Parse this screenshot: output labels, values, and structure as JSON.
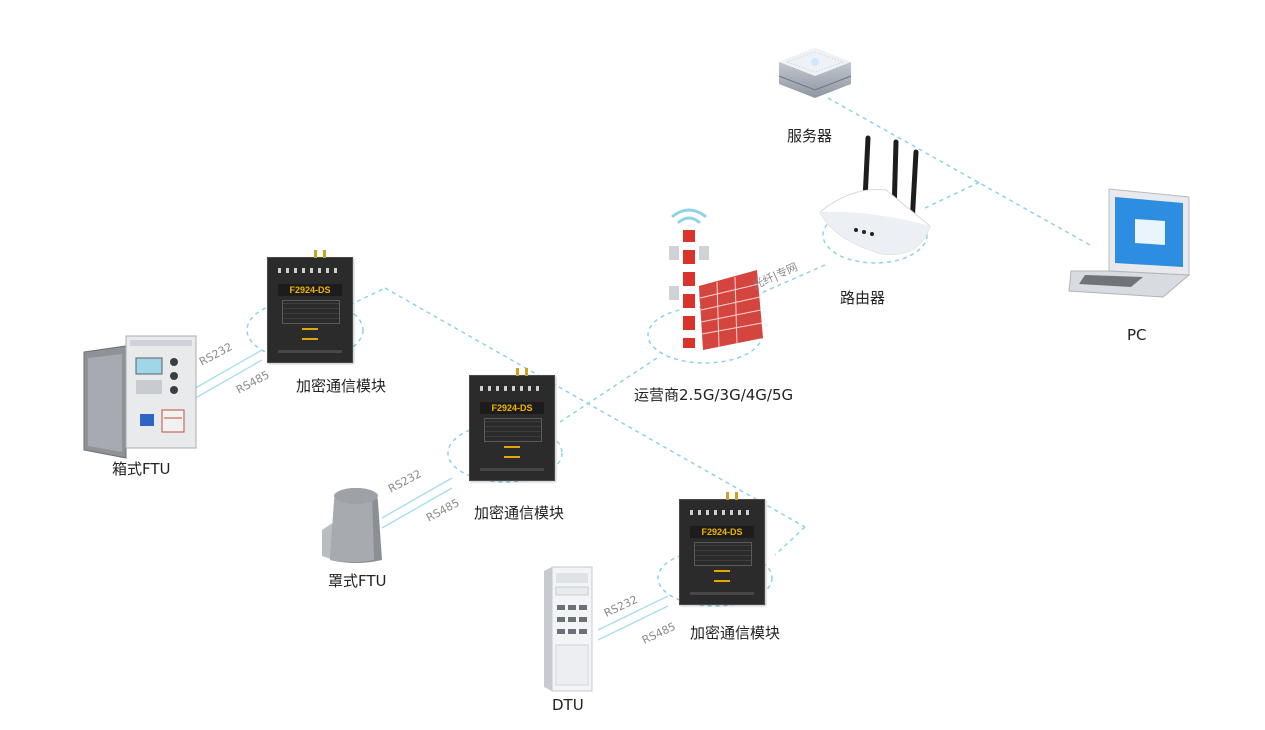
{
  "nodes": {
    "server": "服务器",
    "router": "路由器",
    "pc": "PC",
    "operator": "运营商2.5G/3G/4G/5G",
    "module_1": "加密通信模块",
    "module_2": "加密通信模块",
    "module_3": "加密通信模块",
    "box_ftu": "箱式FTU",
    "cover_ftu": "罩式FTU",
    "dtu": "DTU"
  },
  "module_model": "F2924-DS",
  "links": {
    "fiber": "光纤|专网",
    "rs232": "RS232",
    "rs485": "RS485"
  },
  "colors": {
    "link_dashed": "#8fd3e6",
    "link_solid": "#a9def0",
    "module_label": "#f3b400",
    "tower_red": "#d9332b",
    "brick_wall": "#d5453f"
  }
}
